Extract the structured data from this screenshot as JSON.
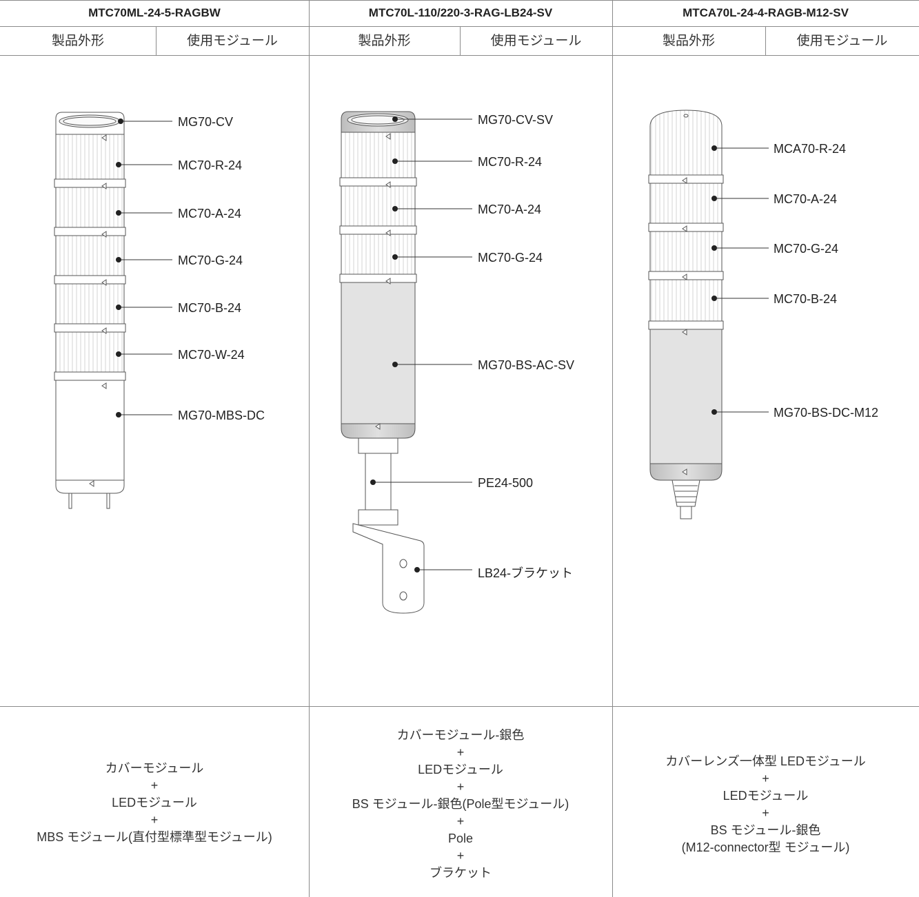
{
  "columns": [
    {
      "model": "MTC70ML-24-5-RAGBW",
      "header_left": "製品外形",
      "header_right": "使用モジュール",
      "modules": [
        "MG70-CV",
        "MC70-R-24",
        "MC70-A-24",
        "MC70-G-24",
        "MC70-B-24",
        "MC70-W-24",
        "MG70-MBS-DC"
      ],
      "description": [
        "カバーモジュール",
        "+",
        "LEDモジュール",
        "+",
        "MBS モジュール(直付型標準型モジュール)"
      ]
    },
    {
      "model": "MTC70L-110/220-3-RAG-LB24-SV",
      "header_left": "製品外形",
      "header_right": "使用モジュール",
      "modules": [
        "MG70-CV-SV",
        "MC70-R-24",
        "MC70-A-24",
        "MC70-G-24",
        "MG70-BS-AC-SV",
        "PE24-500",
        "LB24-ブラケット"
      ],
      "description": [
        "カバーモジュール-銀色",
        "+",
        "LEDモジュール",
        "+",
        "BS モジュール-銀色(Pole型モジュール)",
        "+",
        "Pole",
        "+",
        "ブラケット"
      ]
    },
    {
      "model": "MTCA70L-24-4-RAGB-M12-SV",
      "header_left": "製品外形",
      "header_right": "使用モジュール",
      "modules": [
        "MCA70-R-24",
        "MC70-A-24",
        "MC70-G-24",
        "MC70-B-24",
        "MG70-BS-DC-M12"
      ],
      "description": [
        "カバーレンズ一体型 LEDモジュール",
        "+",
        "LEDモジュール",
        "+",
        "BS モジュール-銀色",
        "(M12-connector型 モジュール)"
      ]
    }
  ]
}
